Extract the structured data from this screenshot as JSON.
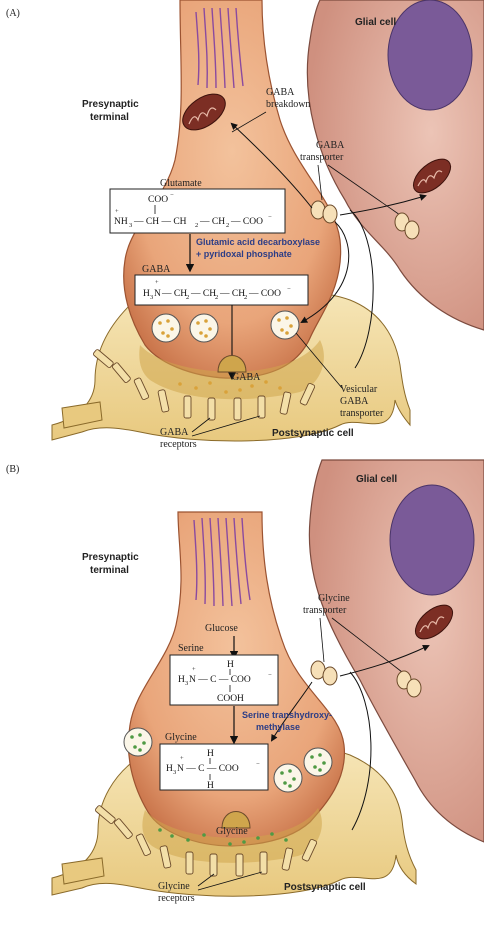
{
  "panel_a": {
    "panel_label": "(A)",
    "glial_cell": "Glial cell",
    "presynaptic_line1": "Presynaptic",
    "presynaptic_line2": "terminal",
    "gaba_breakdown_line1": "GABA",
    "gaba_breakdown_line2": "breakdown",
    "gaba_transporter_line1": "GABA",
    "gaba_transporter_line2": "transporter",
    "glutamate_title": "Glutamate",
    "glutamate_formula": {
      "top_group": "COO",
      "left_group": "NH",
      "middle": "— CH — CH",
      "right": "— CH",
      "tail": "— COO"
    },
    "enzyme_line1": "Glutamic acid decarboxylase",
    "enzyme_line2": "+ pyridoxal phosphate",
    "gaba_box_title": "GABA",
    "gaba_formula": {
      "left_group": "H",
      "n": "N",
      "chain": "— CH",
      "chain2": "— CH",
      "chain3": "— CH",
      "tail": "— COO"
    },
    "cleft_label": "GABA",
    "vesicular_line1": "Vesicular",
    "vesicular_line2": "GABA",
    "vesicular_line3": "transporter",
    "receptors_line1": "GABA",
    "receptors_line2": "receptors",
    "postsynaptic": "Postsynaptic cell"
  },
  "panel_b": {
    "panel_label": "(B)",
    "glial_cell": "Glial cell",
    "presynaptic_line1": "Presynaptic",
    "presynaptic_line2": "terminal",
    "glycine_transporter_line1": "Glycine",
    "glycine_transporter_line2": "transporter",
    "glucose": "Glucose",
    "serine_title": "Serine",
    "serine_formula": {
      "h_top": "H",
      "left": "H",
      "n": "N — C — COO",
      "bottom": "COOH"
    },
    "enzyme_line1": "Serine transhydroxy-",
    "enzyme_line2": "methylase",
    "glycine_title": "Glycine",
    "glycine_formula": {
      "h_top": "H",
      "left": "H",
      "n": "N — C — COO",
      "bottom": "H"
    },
    "cleft_label": "Glycine",
    "receptors_line1": "Glycine",
    "receptors_line2": "receptors",
    "postsynaptic": "Postsynaptic cell"
  },
  "colors": {
    "terminal": "#e9a57a",
    "terminal_dark": "#c9744a",
    "glia": "#d9a293",
    "nucleus": "#7a5a98",
    "postsynaptic": "#f1d9a0",
    "cleft": "#cfa54c",
    "mito": "#7c2e24",
    "enzyme_text": "#2c3d86",
    "gaba_dots": "#d9a23a",
    "glycine_dots": "#4f9a44"
  }
}
